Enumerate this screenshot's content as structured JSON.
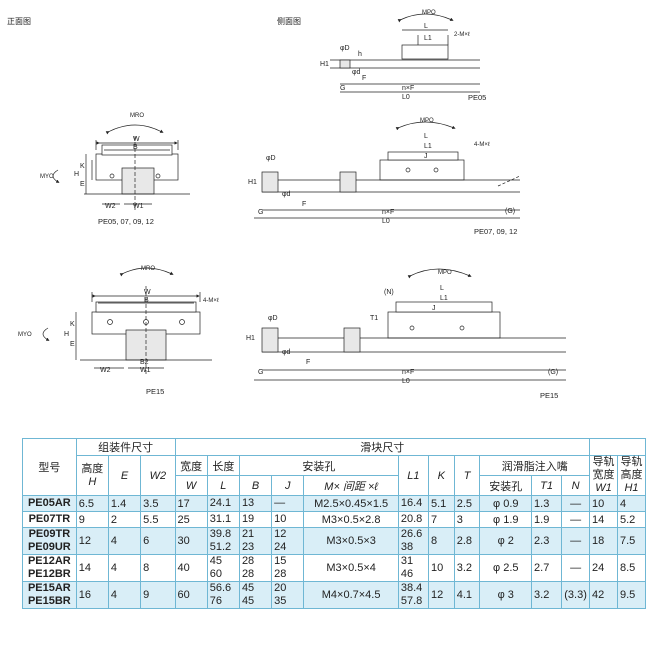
{
  "view_labels": {
    "front": "正面图",
    "side": "侧面图"
  },
  "dims": {
    "M_PO": "MPO",
    "M_RO": "MRO",
    "M_YO": "MYO",
    "L": "L",
    "L1": "L1",
    "J": "J",
    "W": "W",
    "B": "B",
    "B2": "B2",
    "W1": "W1",
    "W2": "W2",
    "H": "H",
    "H1": "H1",
    "K": "K",
    "E": "E",
    "T1": "T1",
    "N": "(N)",
    "G": "G",
    "F": "F",
    "phiD": "φD",
    "phid": "φd",
    "h": "h",
    "nF": "n×F",
    "L0": "L0",
    "Gp": "(G)",
    "Mxl": "2-M×ℓ",
    "Mxl4": "4-M×ℓ"
  },
  "captions": {
    "front_a": "PE05, 07, 09, 12",
    "front_b": "PE15",
    "side_a": "PE05",
    "side_b": "PE07, 09, 12",
    "side_c": "PE15"
  },
  "table": {
    "h_model": "型号",
    "h_assembly": "组装件尺寸",
    "h_block": "滑块尺寸",
    "h_rail": "",
    "h_height": "高度",
    "h_width": "宽度",
    "h_length": "长度",
    "h_mount": "安装孔",
    "h_grease": "润滑脂注入嘴",
    "h_rail_width": "导轨宽度",
    "h_rail_height": "导轨高度",
    "h_grease_hole": "安装孔",
    "sym": {
      "H": "H",
      "E": "E",
      "W2": "W2",
      "W": "W",
      "L": "L",
      "B": "B",
      "J": "J",
      "Mxl": "M× 间距 ×ℓ",
      "L1": "L1",
      "K": "K",
      "T": "T",
      "T1": "T1",
      "N": "N",
      "W1": "W1",
      "H1": "H1"
    },
    "rows": [
      {
        "model": [
          "PE05AR"
        ],
        "H": "6.5",
        "E": "1.4",
        "W2": "3.5",
        "W": "17",
        "L": [
          "24.1"
        ],
        "B": [
          "13"
        ],
        "J": [
          "—"
        ],
        "M": "M2.5×0.45×1.5",
        "L1": [
          "16.4"
        ],
        "K": "5.1",
        "T": "2.5",
        "hole": "φ 0.9",
        "T1": "1.3",
        "N": "—",
        "W1": "10",
        "H1": "4"
      },
      {
        "model": [
          "PE07TR"
        ],
        "H": "9",
        "E": "2",
        "W2": "5.5",
        "W": "25",
        "L": [
          "31.1"
        ],
        "B": [
          "19"
        ],
        "J": [
          "10"
        ],
        "M": "M3×0.5×2.8",
        "L1": [
          "20.8"
        ],
        "K": "7",
        "T": "3",
        "hole": "φ 1.9",
        "T1": "1.9",
        "N": "—",
        "W1": "14",
        "H1": "5.2"
      },
      {
        "model": [
          "PE09TR",
          "PE09UR"
        ],
        "H": "12",
        "E": "4",
        "W2": "6",
        "W": "30",
        "L": [
          "39.8",
          "51.2"
        ],
        "B": [
          "21",
          "23"
        ],
        "J": [
          "12",
          "24"
        ],
        "M": "M3×0.5×3",
        "L1": [
          "26.6",
          "38"
        ],
        "K": "8",
        "T": "2.8",
        "hole": "φ 2",
        "T1": "2.3",
        "N": "—",
        "W1": "18",
        "H1": "7.5"
      },
      {
        "model": [
          "PE12AR",
          "PE12BR"
        ],
        "H": "14",
        "E": "4",
        "W2": "8",
        "W": "40",
        "L": [
          "45",
          "60"
        ],
        "B": [
          "28",
          "28"
        ],
        "J": [
          "15",
          "28"
        ],
        "M": "M3×0.5×4",
        "L1": [
          "31",
          "46"
        ],
        "K": "10",
        "T": "3.2",
        "hole": "φ 2.5",
        "T1": "2.7",
        "N": "—",
        "W1": "24",
        "H1": "8.5"
      },
      {
        "model": [
          "PE15AR",
          "PE15BR"
        ],
        "H": "16",
        "E": "4",
        "W2": "9",
        "W": "60",
        "L": [
          "56.6",
          "76"
        ],
        "B": [
          "45",
          "45"
        ],
        "J": [
          "20",
          "35"
        ],
        "M": "M4×0.7×4.5",
        "L1": [
          "38.4",
          "57.8"
        ],
        "K": "12",
        "T": "4.1",
        "hole": "φ 3",
        "T1": "3.2",
        "N": "(3.3)",
        "W1": "42",
        "H1": "9.5"
      }
    ]
  }
}
